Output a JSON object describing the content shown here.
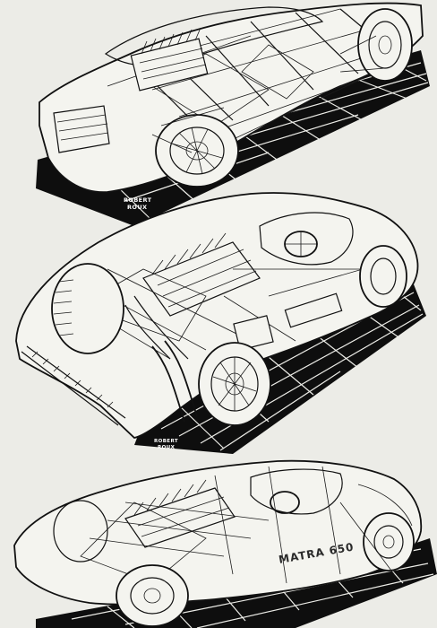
{
  "artwork": {
    "illustrations": [
      {
        "id": "cutaway-top",
        "signature": [
          "ROBERT",
          "ROUX"
        ]
      },
      {
        "id": "cutaway-middle",
        "signature": [
          "ROBERT",
          "ROUX"
        ]
      },
      {
        "id": "cutaway-bottom",
        "decal": "MATRA 650"
      }
    ]
  }
}
